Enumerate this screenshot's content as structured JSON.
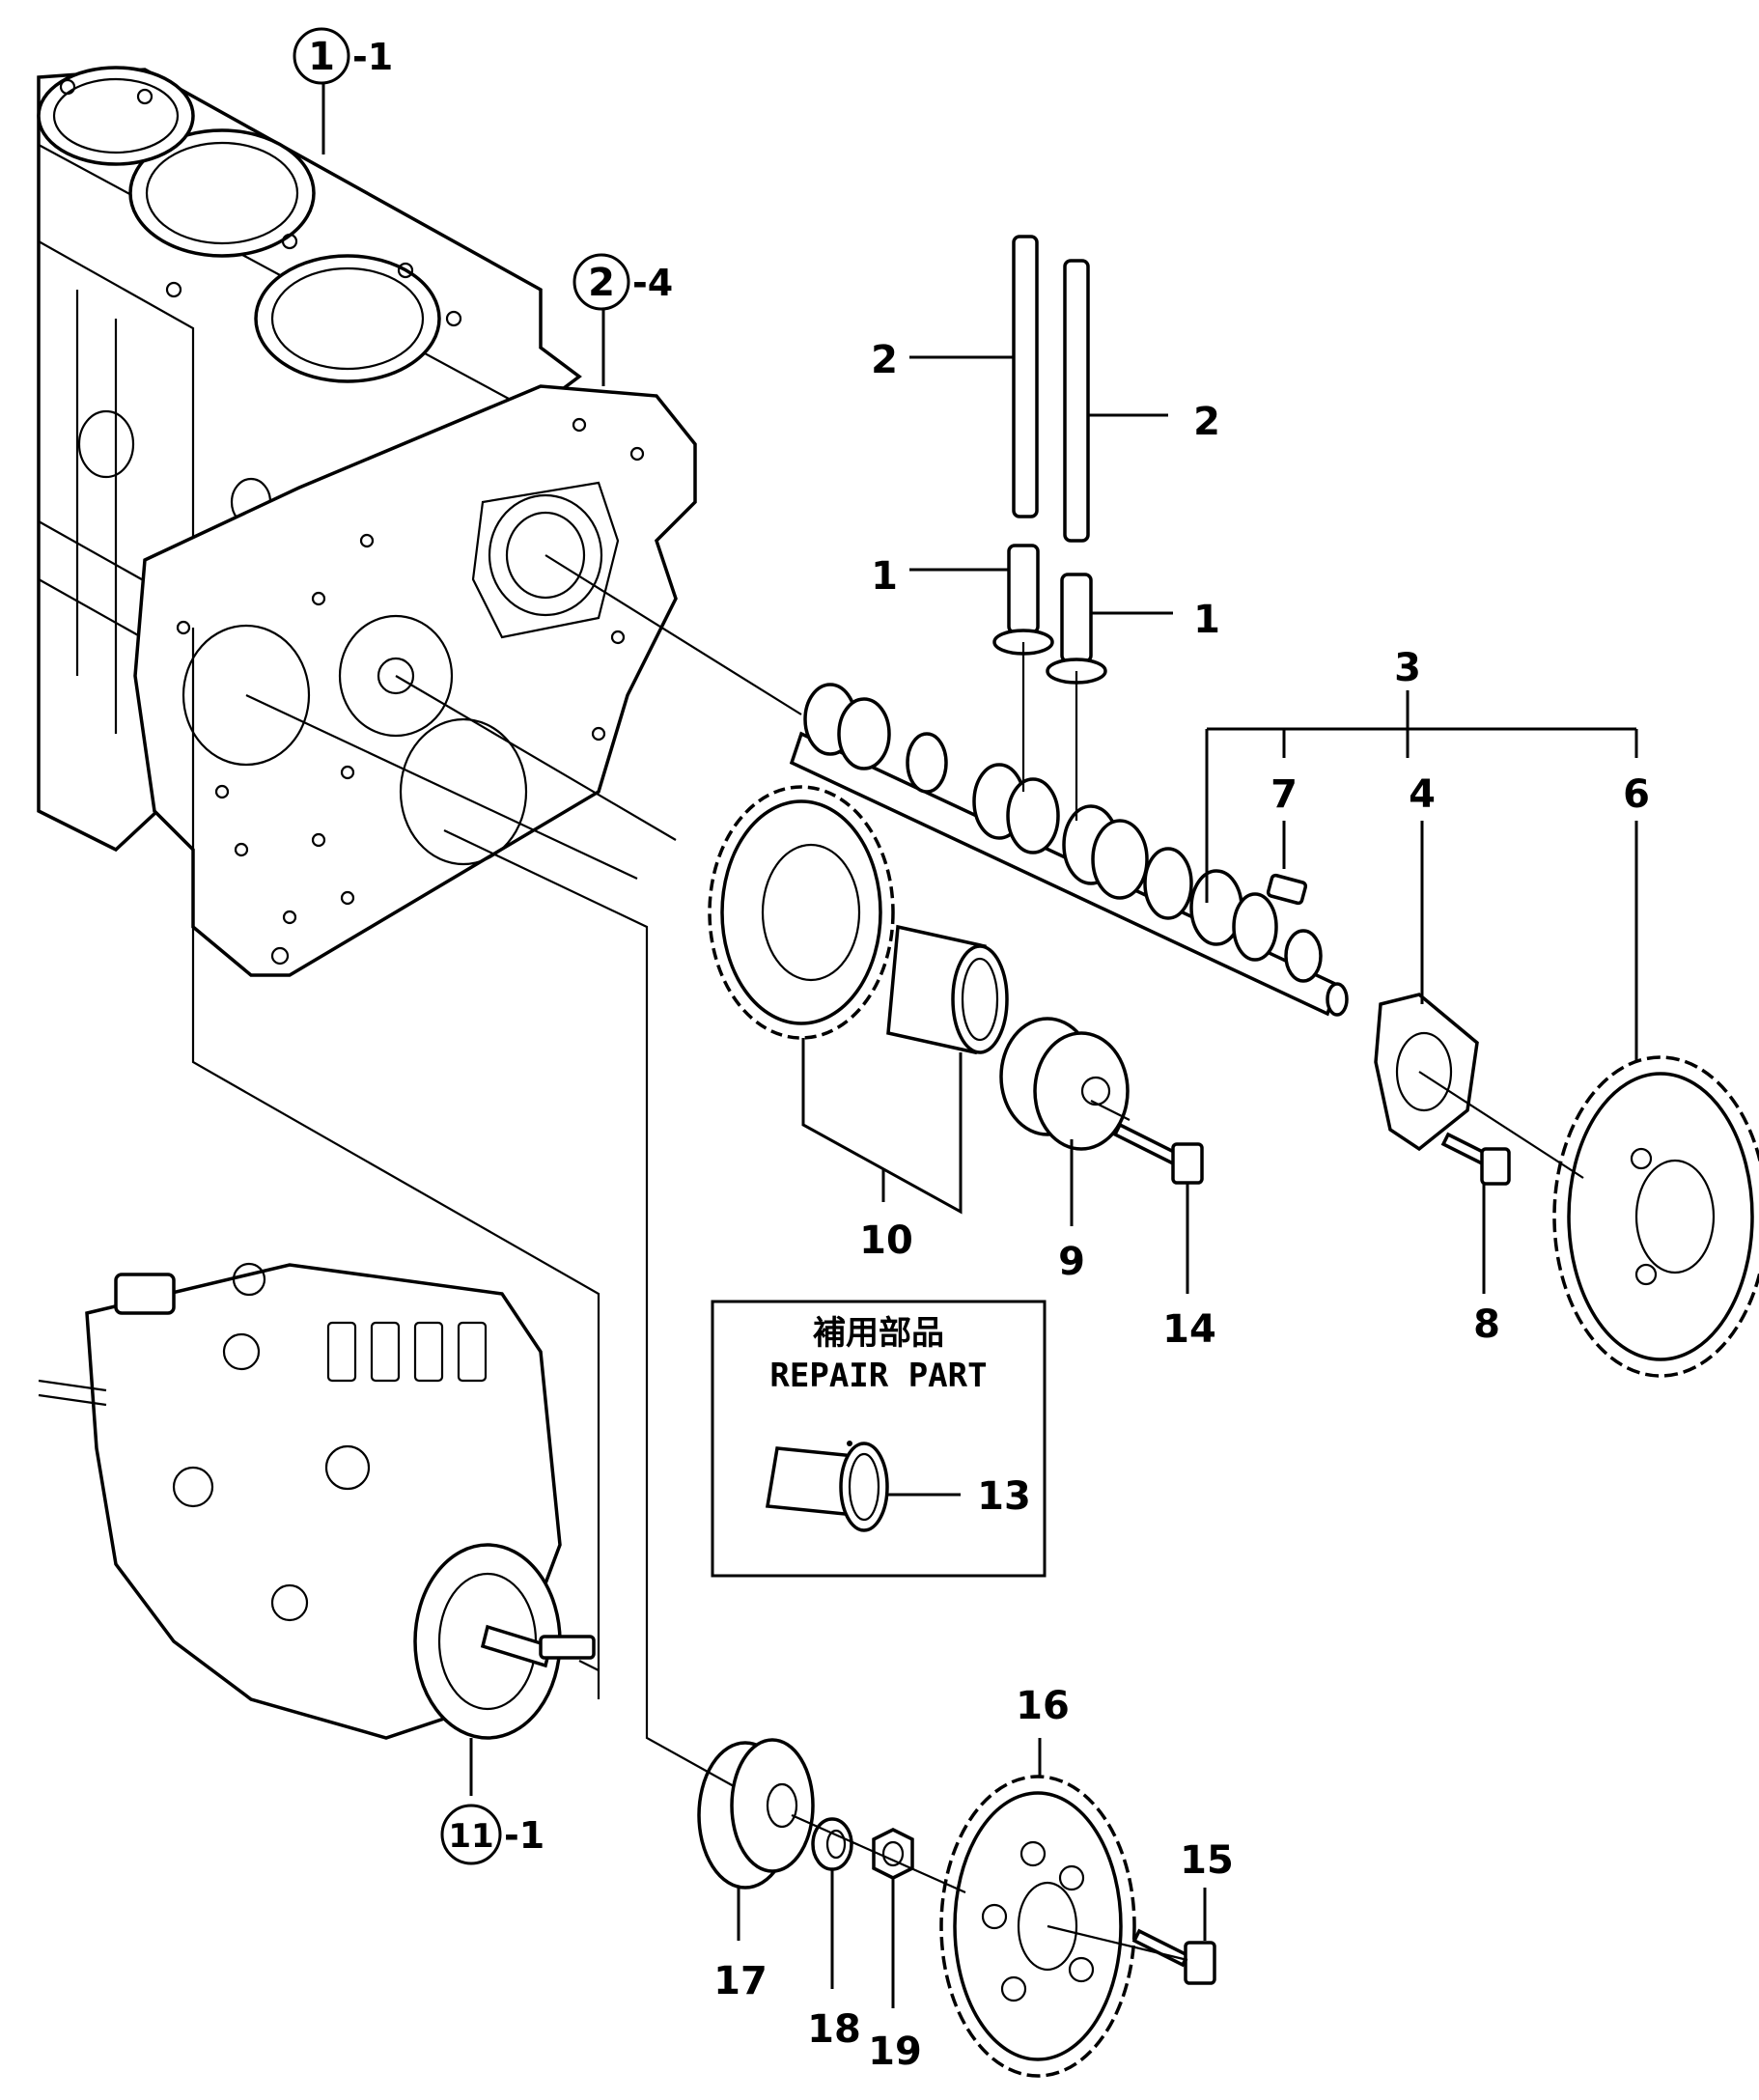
{
  "callouts": {
    "c1": "1",
    "c1b": "1",
    "c2": "2",
    "c2b": "2",
    "c3": "3",
    "c4": "4",
    "c6": "6",
    "c7": "7",
    "c8": "8",
    "c9": "9",
    "c10": "10",
    "c13": "13",
    "c14": "14",
    "c15": "15",
    "c16": "16",
    "c17": "17",
    "c18": "18",
    "c19": "19"
  },
  "circled_refs": [
    {
      "number": "1",
      "suffix": "-1"
    },
    {
      "number": "2",
      "suffix": "-4"
    },
    {
      "number": "11",
      "suffix": "-1"
    }
  ],
  "repair_box": {
    "title_jp": "補用部品",
    "title_en": "REPAIR PART",
    "item": "13"
  }
}
